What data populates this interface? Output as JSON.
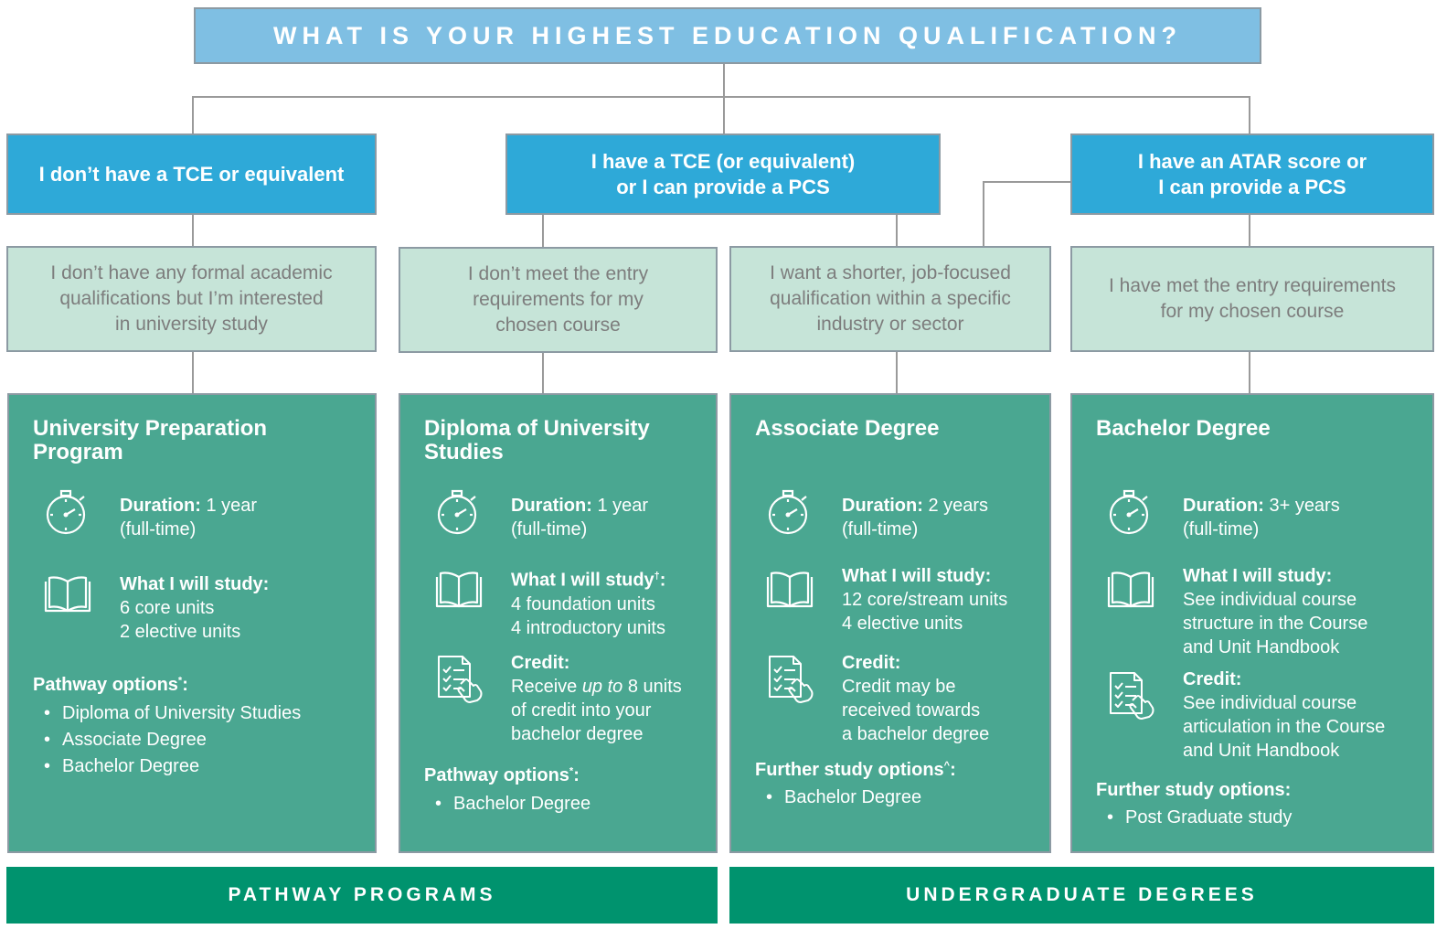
{
  "header": {
    "title": "WHAT IS YOUR HIGHEST EDUCATION QUALIFICATION?"
  },
  "qualifications": [
    {
      "line1": "I don’t have a TCE or equivalent",
      "line2": ""
    },
    {
      "line1": "I have a TCE (or equivalent)",
      "line2": "or I can provide a PCS"
    },
    {
      "line1": "I have an ATAR score or",
      "line2": "I can provide a PCS"
    }
  ],
  "situations": [
    {
      "lines": [
        "I don’t have any formal academic",
        "qualifications but I’m interested",
        "in university study"
      ]
    },
    {
      "lines": [
        "I don’t meet the entry",
        "requirements for my",
        "chosen course"
      ]
    },
    {
      "lines": [
        "I want a shorter, job-focused",
        "qualification within a specific",
        "industry or sector"
      ]
    },
    {
      "lines": [
        "I have met the entry requirements",
        "for my chosen course"
      ]
    }
  ],
  "programs": [
    {
      "title_line1": "University Preparation",
      "title_line2": "Program",
      "duration_label": "Duration:",
      "duration_value": "1 year",
      "duration_note": "(full-time)",
      "study_label": "What I will study:",
      "study_lines": [
        "6 core units",
        "2 elective units"
      ],
      "options_label": "Pathway options",
      "options_mark": "*",
      "options": [
        "Diploma of University Studies",
        "Associate Degree",
        "Bachelor Degree"
      ]
    },
    {
      "title_line1": "Diploma of University",
      "title_line2": "Studies",
      "duration_label": "Duration:",
      "duration_value": "1 year",
      "duration_note": "(full-time)",
      "study_label": "What I will study",
      "study_mark": "†",
      "study_colon": ":",
      "study_lines": [
        "4 foundation units",
        "4 introductory units"
      ],
      "credit_label": "Credit:",
      "credit_pre": "Receive ",
      "credit_em": "up to",
      "credit_post": " 8 units",
      "credit_lines": [
        "of credit into your",
        "bachelor degree"
      ],
      "options_label": "Pathway options",
      "options_mark": "*",
      "options": [
        "Bachelor Degree"
      ]
    },
    {
      "title_line1": "Associate Degree",
      "duration_label": "Duration:",
      "duration_value": "2 years",
      "duration_note": "(full-time)",
      "study_label": "What I will study:",
      "study_lines": [
        "12 core/stream units",
        "4 elective units"
      ],
      "credit_label": "Credit:",
      "credit_lines": [
        "Credit may be",
        "received towards",
        "a bachelor degree"
      ],
      "options_label": "Further study options",
      "options_mark": "^",
      "options": [
        "Bachelor Degree"
      ]
    },
    {
      "title_line1": "Bachelor Degree",
      "duration_label": "Duration:",
      "duration_value": "3+ years",
      "duration_note": "(full-time)",
      "study_label": "What I will study:",
      "study_lines": [
        "See individual course",
        "structure in the Course",
        "and Unit Handbook"
      ],
      "credit_label": "Credit:",
      "credit_lines": [
        "See individual course",
        "articulation in the Course",
        "and Unit Handbook"
      ],
      "options_label": "Further study options:",
      "options": [
        "Post Graduate study"
      ]
    }
  ],
  "footers": {
    "pathway": "PATHWAY PROGRAMS",
    "undergraduate": "UNDERGRADUATE DEGREES"
  }
}
